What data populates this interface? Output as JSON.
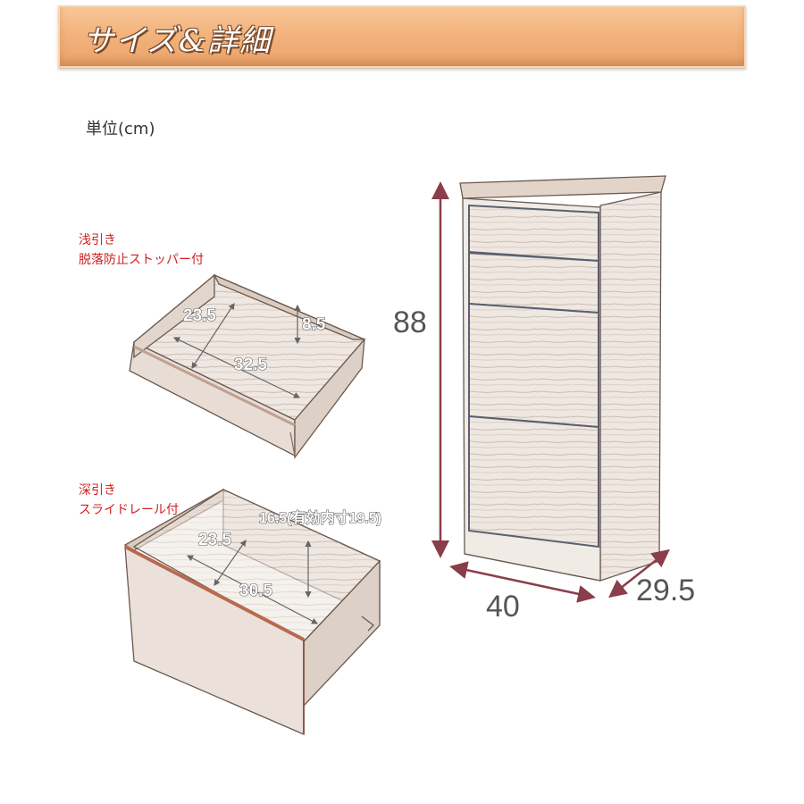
{
  "banner": {
    "title": "サイズ&詳細"
  },
  "unit_label": "単位(cm)",
  "shallow_drawer": {
    "note_line1": "浅引き",
    "note_line2": "脱落防止ストッパー付",
    "dims": {
      "depth": "23.5",
      "height": "8.5",
      "width": "32.5"
    }
  },
  "deep_drawer": {
    "note_line1": "深引き",
    "note_line2": "スライドレール付",
    "dims": {
      "depth": "23.5",
      "height": "16.5(有効内寸19.5)",
      "width": "30.5"
    }
  },
  "cabinet": {
    "height": "88",
    "width": "40",
    "depth": "29.5"
  },
  "colors": {
    "arrow": "#8a3d4a",
    "wood_light": "#efe6df",
    "wood_line": "#8a7466",
    "banner": "#f3b37d"
  }
}
